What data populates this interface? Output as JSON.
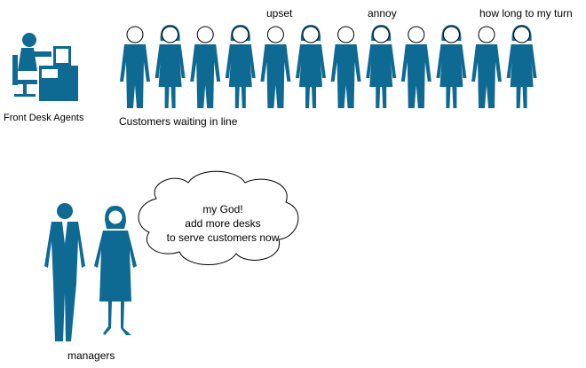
{
  "labels": {
    "front_desk": "Front Desk Agents",
    "queue": "Customers waiting in line",
    "upset": "upset",
    "annoy": "annoy",
    "how_long": "how long to my turn",
    "managers": "managers"
  },
  "cloud": {
    "line1": "my God!",
    "line2": "add more desks",
    "line3": "to serve customers now"
  },
  "queue_people": [
    "male",
    "female",
    "male",
    "female",
    "male",
    "female",
    "male",
    "female",
    "male",
    "female",
    "male",
    "female"
  ],
  "colors": {
    "figure": "#0e6a93",
    "skin": "#ffffff",
    "line": "#000000"
  },
  "icons": [
    "front-desk-agent-icon",
    "customer-figure-icon",
    "manager-figure-icon",
    "thought-cloud"
  ]
}
